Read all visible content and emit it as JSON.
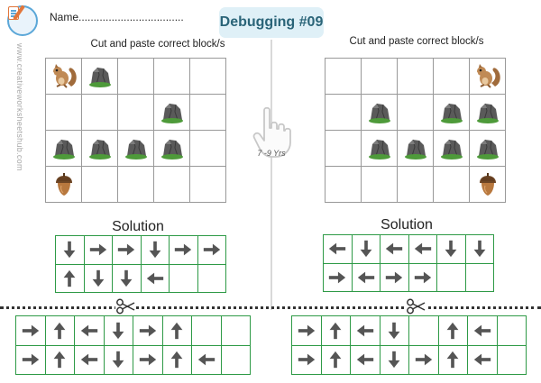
{
  "header": {
    "name_label": "Name...................................",
    "title": "Debugging #09",
    "side_text": "www.creativeworksheetshub.com",
    "age": "7 -9 Yrs"
  },
  "colors": {
    "title_bg": "#dff0f7",
    "title_text": "#2a6478",
    "arrow_grid_border": "#2e9a46",
    "arrow": "#555555",
    "rock": "#5a5a5a",
    "moss": "#4e9a3a"
  },
  "left": {
    "instruction": "Cut and paste correct block/s",
    "grid": [
      [
        "squirrel",
        "rock",
        "",
        "",
        ""
      ],
      [
        "",
        "",
        "",
        "rock",
        ""
      ],
      [
        "rock",
        "rock",
        "rock",
        "rock",
        ""
      ],
      [
        "acorn",
        "",
        "",
        "",
        ""
      ]
    ],
    "solution_label": "Solution",
    "solution": [
      [
        "down",
        "right",
        "right",
        "down",
        "right",
        "right"
      ],
      [
        "up",
        "down",
        "down",
        "left",
        "",
        ""
      ]
    ]
  },
  "right": {
    "instruction": "Cut and paste correct block/s",
    "grid": [
      [
        "",
        "",
        "",
        "",
        "squirrel"
      ],
      [
        "",
        "rock",
        "",
        "rock",
        "rock"
      ],
      [
        "",
        "rock",
        "rock",
        "rock",
        "rock"
      ],
      [
        "",
        "",
        "",
        "",
        "acorn"
      ]
    ],
    "solution_label": "Solution",
    "solution": [
      [
        "left",
        "down",
        "left",
        "left",
        "down",
        "down"
      ],
      [
        "right",
        "left",
        "right",
        "right",
        "",
        ""
      ]
    ]
  },
  "cutouts_left": [
    [
      "right",
      "up",
      "left",
      "down",
      "right",
      "up",
      "",
      ""
    ],
    [
      "right",
      "up",
      "left",
      "down",
      "right",
      "up",
      "left",
      ""
    ]
  ],
  "cutouts_right": [
    [
      "right",
      "up",
      "left",
      "down",
      "",
      "up",
      "left",
      ""
    ],
    [
      "right",
      "up",
      "left",
      "down",
      "right",
      "up",
      "left",
      ""
    ]
  ]
}
